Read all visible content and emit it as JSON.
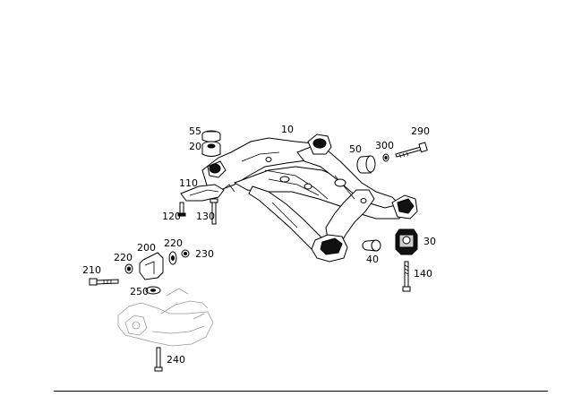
{
  "diagram": {
    "part_numbers": {
      "p10": "10",
      "p20": "20",
      "p30": "30",
      "p40": "40",
      "p50": "50",
      "p55": "55",
      "p110": "110",
      "p120": "120",
      "p130": "130",
      "p140": "140",
      "p200": "200",
      "p210": "210",
      "p220a": "220",
      "p220b": "220",
      "p230": "230",
      "p240": "240",
      "p250": "250",
      "p290": "290",
      "p300": "300"
    }
  }
}
